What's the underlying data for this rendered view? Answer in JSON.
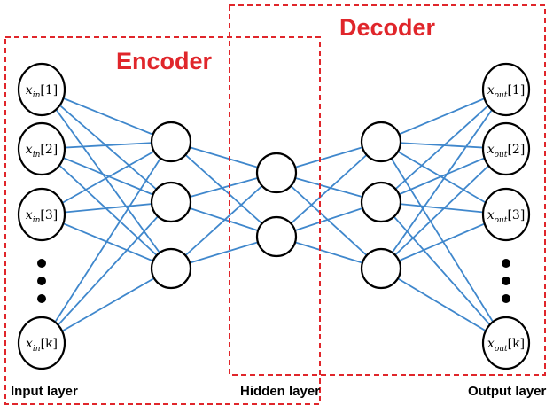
{
  "titles": {
    "encoder": "Encoder",
    "decoder": "Decoder"
  },
  "layer_labels": {
    "input": "Input layer",
    "hidden": "Hidden layer",
    "output": "Output layer"
  },
  "input_nodes": [
    {
      "var": "x",
      "sub": "in",
      "index": "[1]"
    },
    {
      "var": "x",
      "sub": "in",
      "index": "[2]"
    },
    {
      "var": "x",
      "sub": "in",
      "index": "[3]"
    },
    {
      "var": "x",
      "sub": "in",
      "index": "[k]"
    }
  ],
  "output_nodes": [
    {
      "var": "x",
      "sub": "out",
      "index": "[1]"
    },
    {
      "var": "x",
      "sub": "out",
      "index": "[2]"
    },
    {
      "var": "x",
      "sub": "out",
      "index": "[3]"
    },
    {
      "var": "x",
      "sub": "out",
      "index": "[k]"
    }
  ],
  "layer_sizes": {
    "encoder_hidden": 3,
    "bottleneck": 2,
    "decoder_hidden": 3
  },
  "colors": {
    "edges": "#3f87cc",
    "boxes": "#e0262b",
    "titles": "#e0262b"
  }
}
